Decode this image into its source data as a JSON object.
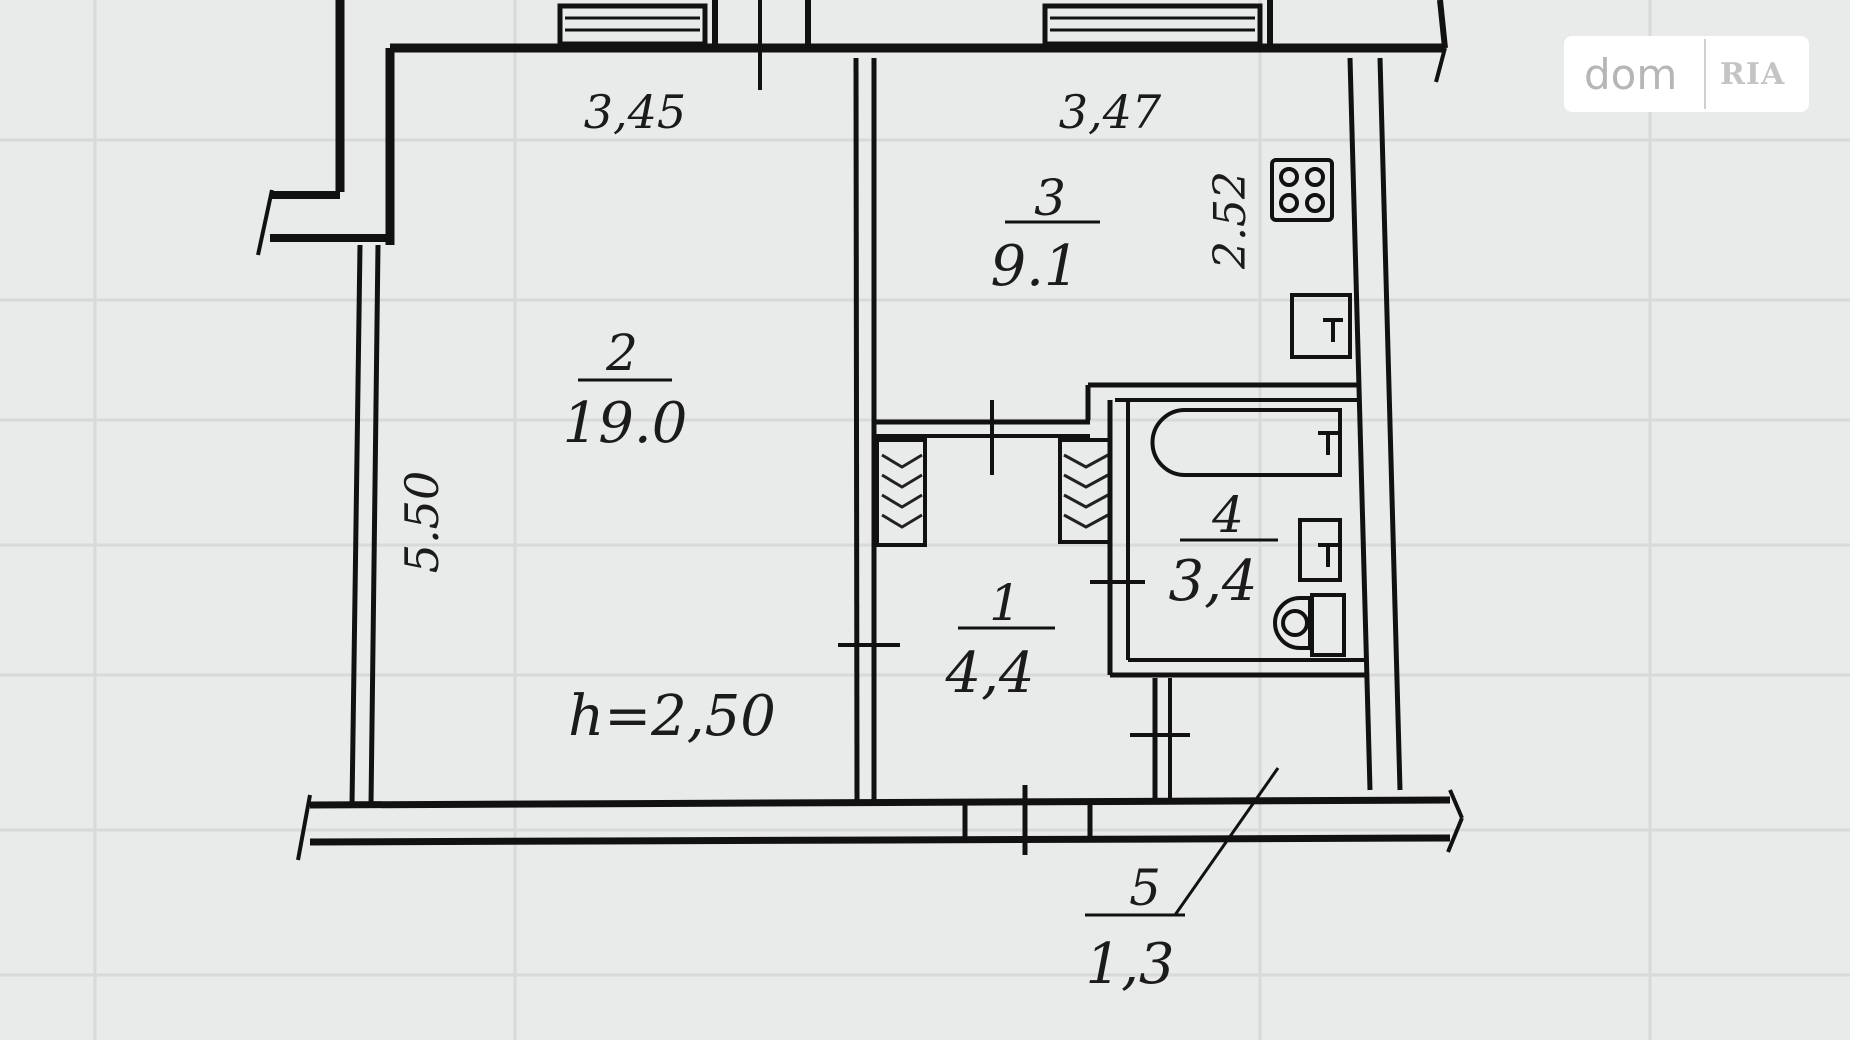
{
  "brand": {
    "part1": "dom",
    "part2": "RIA"
  },
  "rooms": [
    {
      "id": "1",
      "area": "4,4"
    },
    {
      "id": "2",
      "area": "19.0"
    },
    {
      "id": "3",
      "area": "9.1"
    },
    {
      "id": "4",
      "area": "3,4"
    },
    {
      "id": "5",
      "area": "1,3"
    }
  ],
  "dimensions": {
    "room2_width": "3,45",
    "room3_width": "3,47",
    "room2_length": "5.50",
    "room3_depth": "2.52",
    "ceiling_height": "h=2,50"
  }
}
